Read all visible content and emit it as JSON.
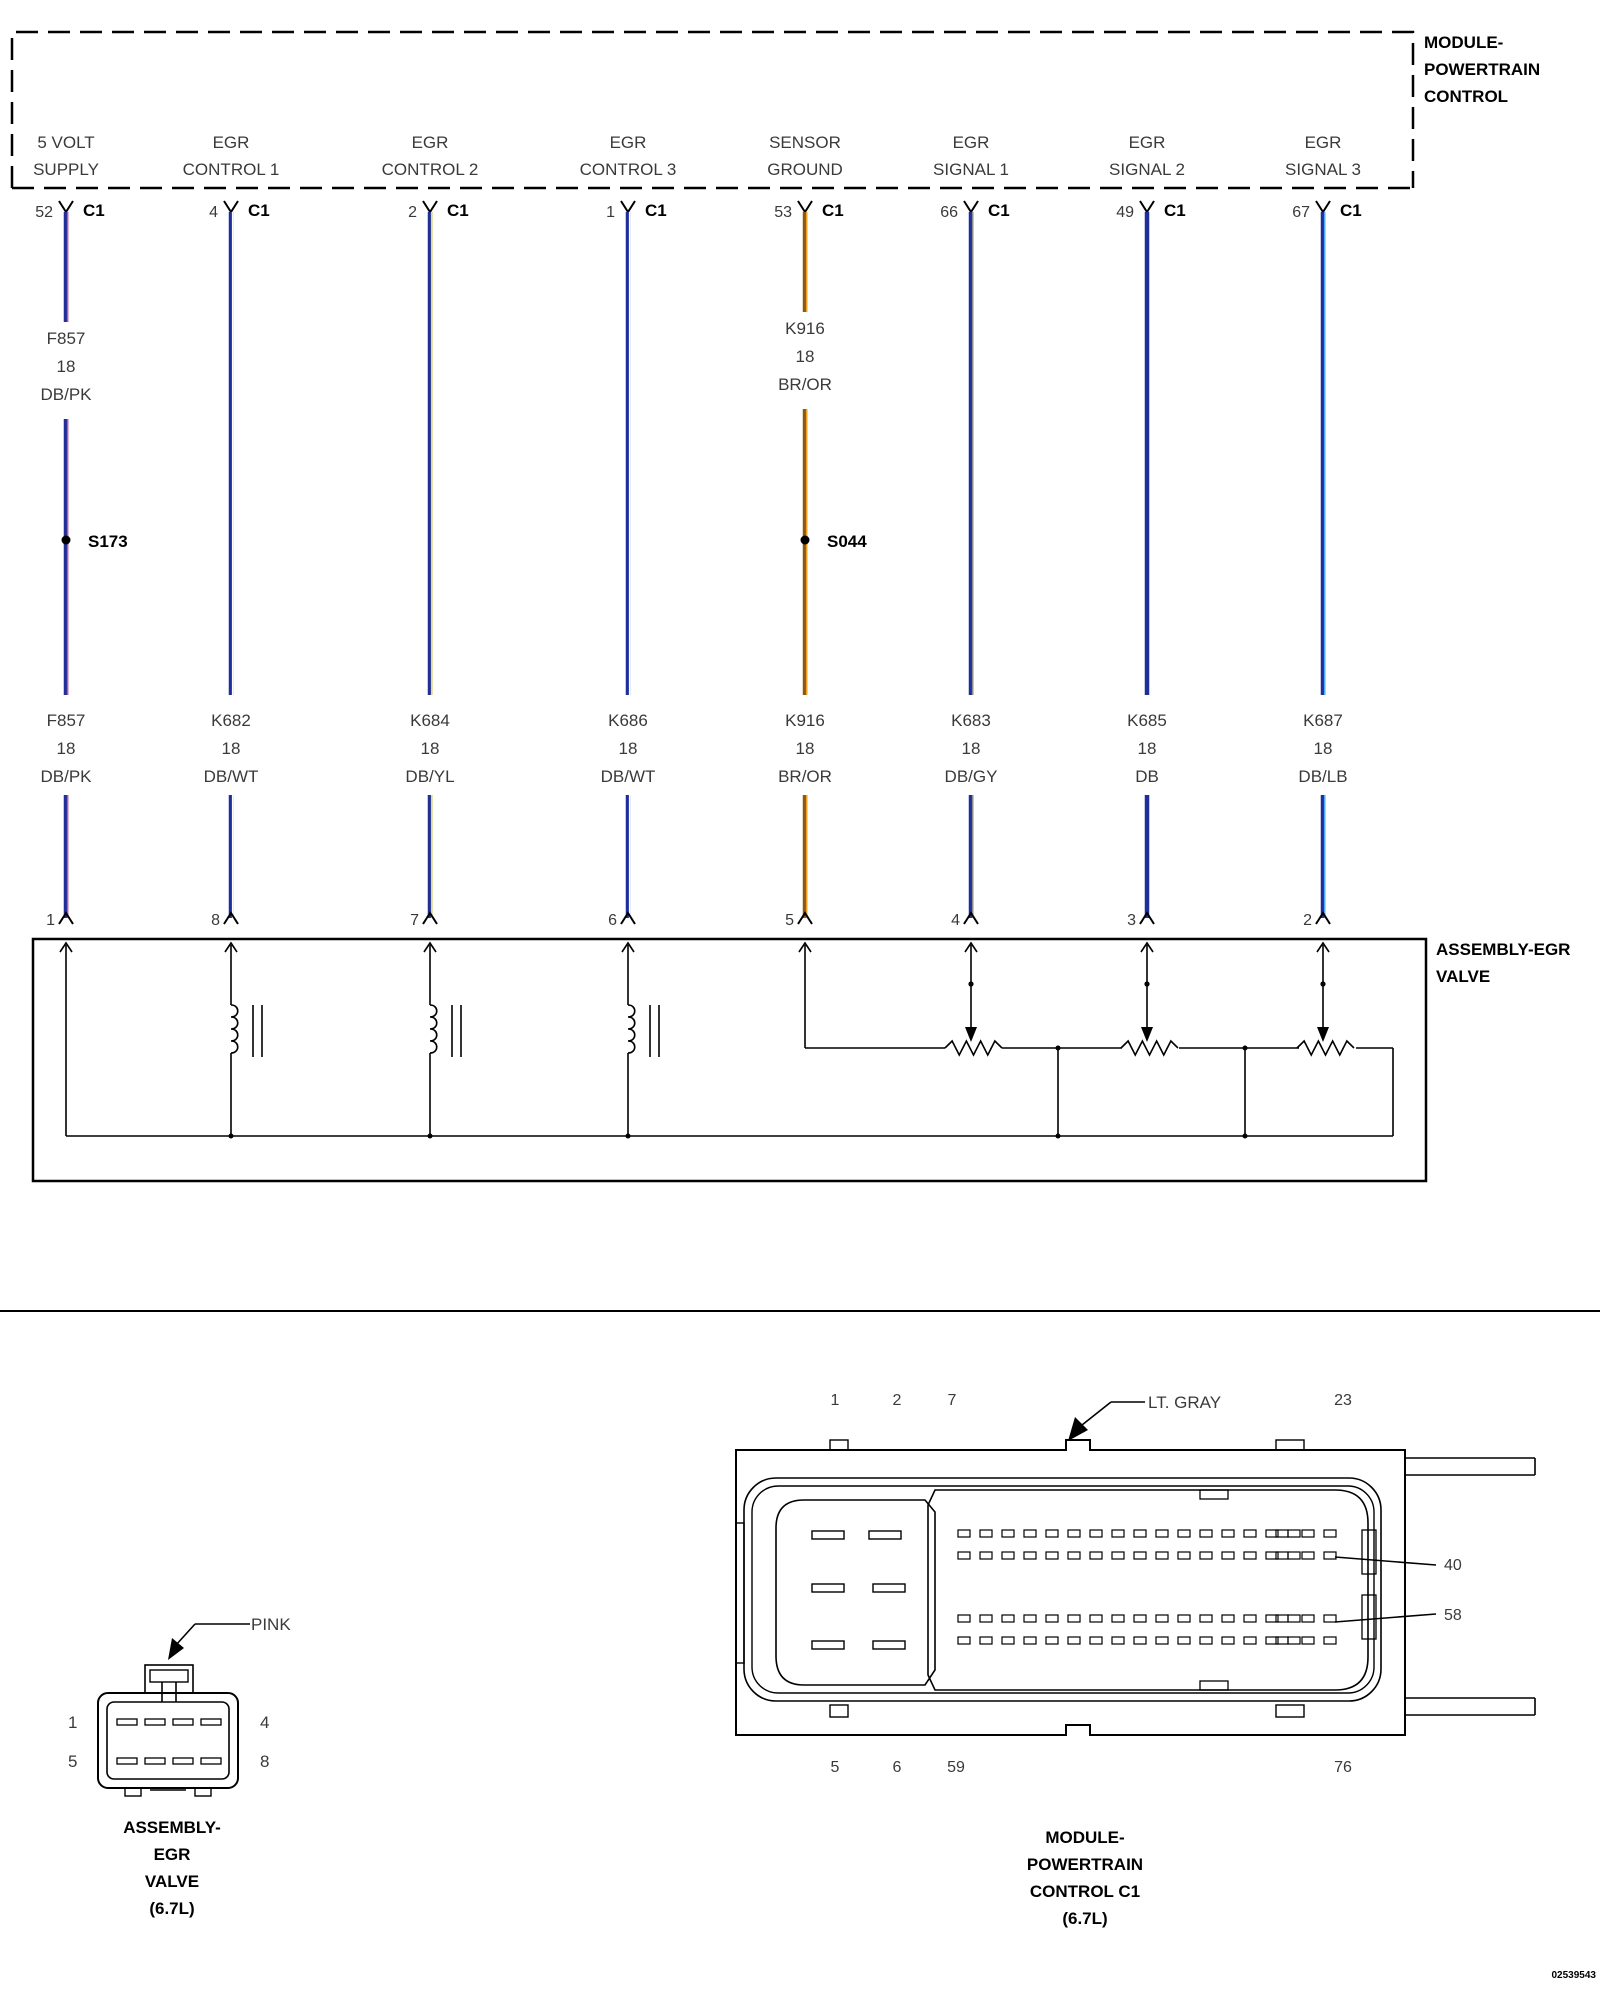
{
  "pcm_label": [
    "MODULE-",
    "POWERTRAIN",
    "CONTROL"
  ],
  "egr_label": [
    "ASSEMBLY-EGR",
    "VALVE"
  ],
  "circuits": [
    {
      "fn1": "5 VOLT",
      "fn2": "SUPPLY",
      "pcm_pin": "52",
      "conn": "C1",
      "upper": {
        "code": "F857",
        "gauge": "18",
        "color": "DB/PK"
      },
      "splice": "S173",
      "lower": {
        "code": "F857",
        "gauge": "18",
        "color": "DB/PK"
      },
      "valve_pin": "1",
      "base": "#1f2f9a",
      "stripe": "#e24a7c"
    },
    {
      "fn1": "EGR",
      "fn2": "CONTROL 1",
      "pcm_pin": "4",
      "conn": "C1",
      "upper": null,
      "splice": "",
      "lower": {
        "code": "K682",
        "gauge": "18",
        "color": "DB/WT"
      },
      "valve_pin": "8",
      "base": "#1f2f9a",
      "stripe": "#ffffff"
    },
    {
      "fn1": "EGR",
      "fn2": "CONTROL 2",
      "pcm_pin": "2",
      "conn": "C1",
      "upper": null,
      "splice": "",
      "lower": {
        "code": "K684",
        "gauge": "18",
        "color": "DB/YL"
      },
      "valve_pin": "7",
      "base": "#1f2f9a",
      "stripe": "#ffe600"
    },
    {
      "fn1": "EGR",
      "fn2": "CONTROL 3",
      "pcm_pin": "1",
      "conn": "C1",
      "upper": null,
      "splice": "",
      "lower": {
        "code": "K686",
        "gauge": "18",
        "color": "DB/WT"
      },
      "valve_pin": "6",
      "base": "#1f2f9a",
      "stripe": "#ffffff"
    },
    {
      "fn1": "SENSOR",
      "fn2": "GROUND",
      "pcm_pin": "53",
      "conn": "C1",
      "upper": {
        "code": "K916",
        "gauge": "18",
        "color": "BR/OR"
      },
      "splice": "S044",
      "lower": {
        "code": "K916",
        "gauge": "18",
        "color": "BR/OR"
      },
      "valve_pin": "5",
      "base": "#8a5a12",
      "stripe": "#f0a020"
    },
    {
      "fn1": "EGR",
      "fn2": "SIGNAL 1",
      "pcm_pin": "66",
      "conn": "C1",
      "upper": null,
      "splice": "",
      "lower": {
        "code": "K683",
        "gauge": "18",
        "color": "DB/GY"
      },
      "valve_pin": "4",
      "base": "#1f2f9a",
      "stripe": "#8a8a8a"
    },
    {
      "fn1": "EGR",
      "fn2": "SIGNAL 2",
      "pcm_pin": "49",
      "conn": "C1",
      "upper": null,
      "splice": "",
      "lower": {
        "code": "K685",
        "gauge": "18",
        "color": "DB"
      },
      "valve_pin": "3",
      "base": "#1f2f9a",
      "stripe": ""
    },
    {
      "fn1": "EGR",
      "fn2": "SIGNAL 3",
      "pcm_pin": "67",
      "conn": "C1",
      "upper": null,
      "splice": "",
      "lower": {
        "code": "K687",
        "gauge": "18",
        "color": "DB/LB"
      },
      "valve_pin": "2",
      "base": "#1f2f9a",
      "stripe": "#4da6ff"
    }
  ],
  "connector_egr": {
    "color_label": "PINK",
    "pins": [
      "1",
      "4",
      "5",
      "8"
    ],
    "title": [
      "ASSEMBLY-",
      "EGR",
      "VALVE",
      "(6.7L)"
    ]
  },
  "connector_pcm": {
    "color_label": "LT. GRAY",
    "top_pins": [
      "1",
      "2",
      "7",
      "23"
    ],
    "bottom_pins": [
      "5",
      "6",
      "59",
      "76"
    ],
    "side_pins": [
      "40",
      "58"
    ],
    "title": [
      "MODULE-",
      "POWERTRAIN",
      "CONTROL C1",
      "(6.7L)"
    ]
  },
  "figure_id": "02539543"
}
